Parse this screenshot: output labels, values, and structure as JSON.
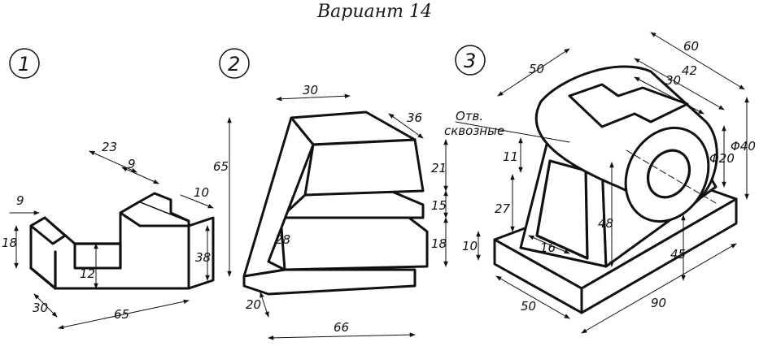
{
  "title": "Вариант 14",
  "parts": [
    {
      "number": "1",
      "dimensions": [
        "9",
        "18",
        "23",
        "9",
        "10",
        "38",
        "12",
        "30",
        "65"
      ]
    },
    {
      "number": "2",
      "dimensions": [
        "30",
        "36",
        "65",
        "21",
        "15",
        "18",
        "28",
        "20",
        "66"
      ]
    },
    {
      "number": "3",
      "note_line1": "Отв.",
      "note_line2": "сквозные",
      "dimensions": [
        "50",
        "60",
        "42",
        "30",
        "Φ20",
        "Φ40",
        "11",
        "27",
        "48",
        "16",
        "10",
        "45",
        "50",
        "90"
      ]
    }
  ]
}
